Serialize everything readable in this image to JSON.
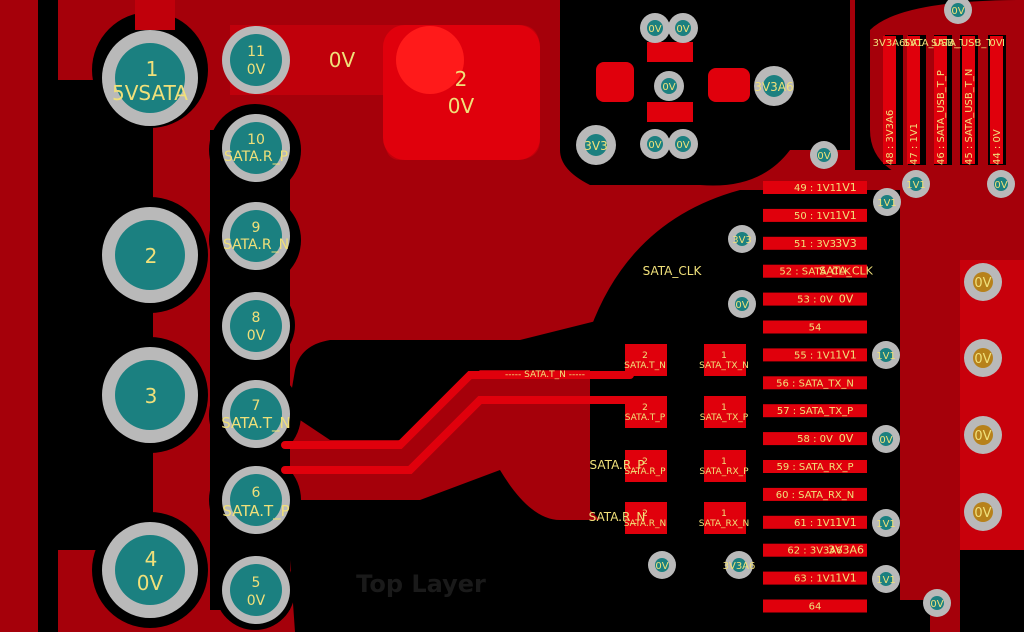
{
  "layer_label": "Top Layer",
  "colors": {
    "board_red": "#b0000a",
    "pad_red": "#e0000c",
    "via_grey": "#b9b9b9",
    "pad_teal": "#1b8080",
    "label_yellow": "#f0e07a",
    "background": "#000000"
  },
  "connector_pads_large": [
    {
      "num": "1",
      "net": "5VSATA"
    },
    {
      "num": "2",
      "net": ""
    },
    {
      "num": "3",
      "net": ""
    },
    {
      "num": "4",
      "net": "0V"
    }
  ],
  "connector_pads_small": [
    {
      "num": "11",
      "net": "0V"
    },
    {
      "num": "10",
      "net": "SATA.R_P"
    },
    {
      "num": "9",
      "net": "SATA.R_N"
    },
    {
      "num": "8",
      "net": "0V"
    },
    {
      "num": "7",
      "net": "SATA.T_N"
    },
    {
      "num": "6",
      "net": "SATA.T_P"
    },
    {
      "num": "5",
      "net": "0V"
    }
  ],
  "top_pour_label": "0V",
  "top_pad": {
    "num": "2",
    "net": "0V"
  },
  "via_labels": {
    "v1": "0V",
    "v2": "0V",
    "v3": "0V",
    "v4": "3V3A6",
    "v5": "3V3",
    "v6": "0V",
    "v7": "0V",
    "v8": "0V",
    "v9": "0V",
    "v10": "1V1",
    "v11": "0V",
    "v12": "1V1",
    "v13": "3V3",
    "v14": "0V",
    "v15": "1V1",
    "v16": "0V",
    "v17": "1V1",
    "v18": "0V",
    "v19": "3V3A6",
    "v20": "1V1",
    "v21": "0V"
  },
  "right_vias": [
    "0V",
    "0V",
    "0V",
    "0V"
  ],
  "chip_pins": [
    {
      "label": "49 : 1V1",
      "net": "1V1"
    },
    {
      "label": "50 : 1V1",
      "net": "1V1"
    },
    {
      "label": "51 : 3V3",
      "net": "3V3"
    },
    {
      "label": "52 : SATA_CLK",
      "net": "SATA_CLK"
    },
    {
      "label": "53 : 0V",
      "net": "0V"
    },
    {
      "label": "54",
      "net": ""
    },
    {
      "label": "55 : 1V1",
      "net": "1V1"
    },
    {
      "label": "56 : SATA_TX_N",
      "net": ""
    },
    {
      "label": "57 : SATA_TX_P",
      "net": ""
    },
    {
      "label": "58 : 0V",
      "net": "0V"
    },
    {
      "label": "59 : SATA_RX_P",
      "net": ""
    },
    {
      "label": "60 : SATA_RX_N",
      "net": ""
    },
    {
      "label": "61 : 1V1",
      "net": "1V1"
    },
    {
      "label": "62 : 3V3A6",
      "net": "3V3A6"
    },
    {
      "label": "63 : 1V1",
      "net": "1V1"
    },
    {
      "label": "64",
      "net": ""
    }
  ],
  "top_pins": [
    {
      "label": "48 : 3V3A6",
      "net": "3V3A6"
    },
    {
      "label": "47 : 1V1",
      "net": "1V1"
    },
    {
      "label": "46 : SATA_USB_T_P",
      "net": "SATA_USB_T_P"
    },
    {
      "label": "45 : SATA_USB_T_N",
      "net": "SATA_USB_T_N"
    },
    {
      "label": "44 : 0V",
      "net": "0V"
    }
  ],
  "cap_pads": [
    {
      "pin": "2",
      "net": "SATA.T_N"
    },
    {
      "pin": "1",
      "net": "SATA_TX_N"
    },
    {
      "pin": "2",
      "net": "SATA.T_P"
    },
    {
      "pin": "1",
      "net": "SATA_TX_P"
    },
    {
      "pin": "2",
      "net": "SATA.R_P"
    },
    {
      "pin": "1",
      "net": "SATA_RX_P"
    },
    {
      "pin": "2",
      "net": "SATA.R_N"
    },
    {
      "pin": "1",
      "net": "SATA_RX_N"
    }
  ],
  "side_labels": {
    "sata_clk": "SATA_CLK",
    "sata_rp": "SATA.R_P",
    "sata_rn": "SATA.R_N",
    "trace_label": "----- SATA.T_N -----"
  }
}
